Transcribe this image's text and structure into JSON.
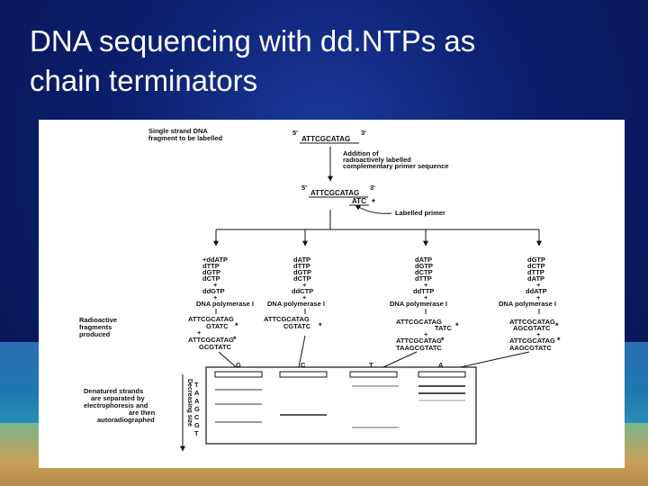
{
  "slide": {
    "title_line1": "DNA sequencing with dd.NTPs as",
    "title_line2": "chain terminators"
  },
  "figure": {
    "single_strand_label": [
      "Single strand DNA",
      "fragment to be labelled"
    ],
    "five_prime": "5'",
    "three_prime": "3'",
    "template_seq": "ATTCGCATAG",
    "addition_label": [
      "Addition of",
      "radioactively labelled",
      "complementary primer sequence"
    ],
    "primer_seq": "ATC",
    "star": "*",
    "labelled_primer": "Labelled primer",
    "reactions": [
      {
        "mix": [
          "+ddATP",
          "dTTP",
          "dGTP",
          "dCTP"
        ],
        "plus": "+",
        "dd": "ddGTP",
        "enzyme": "DNA polymerase I",
        "products": [
          {
            "t": "ATTCGCATAG",
            "c": "GTATC"
          },
          {
            "t": "ATTCGCATAG",
            "c": "GCGTATC"
          }
        ]
      },
      {
        "mix": [
          "dATP",
          "dTTP",
          "dGTP",
          "dCTP"
        ],
        "plus": "+",
        "dd": "ddCTP",
        "enzyme": "DNA polymerase I",
        "products": [
          {
            "t": "ATTCGCATAG",
            "c": "CGTATC"
          }
        ]
      },
      {
        "mix": [
          "dATP",
          "dGTP",
          "dCTP",
          "dTTP"
        ],
        "plus": "+",
        "dd": "ddTTP",
        "enzyme": "DNA polymerase I",
        "products": [
          {
            "t": "ATTCGCATAG",
            "c": "TATC"
          },
          {
            "t": "ATTCGCATAG",
            "c": "TAAGCGTATC"
          }
        ]
      },
      {
        "mix": [
          "dGTP",
          "dCTP",
          "dTTP",
          "dATP"
        ],
        "plus": "+",
        "dd": "ddATP",
        "enzyme": "DNA polymerase I",
        "products": [
          {
            "t": "ATTCGCATAG",
            "c": "AGCGTATC"
          },
          {
            "t": "ATTCGCATAG",
            "c": "AAGCGTATC"
          }
        ]
      }
    ],
    "radioactive_label": [
      "Radioactive",
      "fragments",
      "produced"
    ],
    "lanes": [
      "G",
      "C",
      "T",
      "A"
    ],
    "denatured_label": [
      "Denatured strands",
      "are separated by",
      "electrophoresis and",
      "are then",
      "autoradiographed"
    ],
    "decreasing_size": "Decreasing size",
    "read_seq": [
      "T",
      "A",
      "A",
      "G",
      "C",
      "G",
      "T"
    ]
  }
}
